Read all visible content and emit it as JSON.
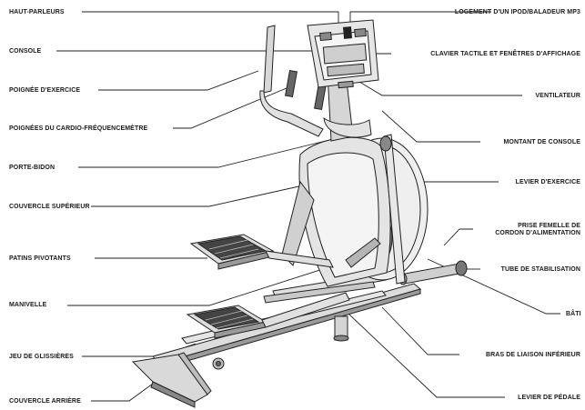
{
  "labels": {
    "left": {
      "haut_parleurs": "HAUT-PARLEURS",
      "console": "CONSOLE",
      "poignee_exercice": "POIGNÉE D'EXERCICE",
      "poignees_cardio": "POIGNÉES DU CARDIO-FRÉQUENCEMÈTRE",
      "porte_bidon": "PORTE-BIDON",
      "couvercle_superieur": "COUVERCLE SUPÉRIEUR",
      "patins_pivotants": "PATINS PIVOTANTS",
      "manivelle": "MANIVELLE",
      "jeu_glissieres": "JEU DE GLISSIÈRES",
      "couvercle_arriere": "COUVERCLE ARRIÈRE"
    },
    "right": {
      "logement_ipod": "LOGEMENT D'UN IPOD/BALADEUR MP3",
      "clavier_tactile": "CLAVIER TACTILE ET FENÊTRES D'AFFICHAGE",
      "ventilateur": "VENTILATEUR",
      "montant_console": "MONTANT DE CONSOLE",
      "levier_exercice": "LEVIER D'EXERCICE",
      "prise_femelle_1": "PRISE FEMELLE DE",
      "prise_femelle_2": "CORDON D'ALIMENTATION",
      "tube_stabilisation": "TUBE DE STABILISATION",
      "bati": "BÂTI",
      "bras_liaison": "BRAS DE LIAISON INFÉRIEUR",
      "levier_pedale": "LEVIER DE PÉDALE"
    }
  },
  "colors": {
    "ink": "#1a1a1a",
    "line": "#222222",
    "fill_light": "#ececec",
    "fill_mid": "#cfcfcf",
    "fill_dark": "#555555"
  }
}
